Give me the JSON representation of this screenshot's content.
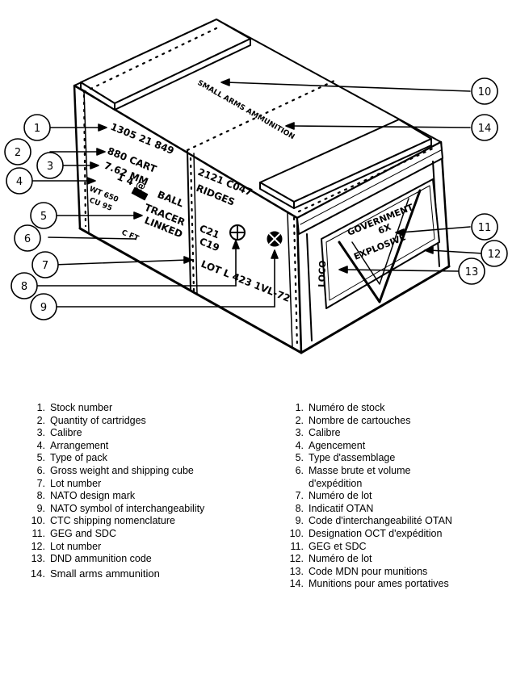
{
  "crate_markings": {
    "stock": "1305 21 849",
    "qty": "880 CART",
    "calibre": "7.62 MM",
    "arrangement": "1 4 @",
    "ball": "BALL",
    "tracer": "TRACER",
    "linked": "LINKED",
    "weight": "WT 650",
    "cube": "CU 95",
    "ft": "C FT",
    "top": "SMALL ARMS AMMUNITION",
    "side1": "2121 C047",
    "side2": "RIDGES",
    "c21": "C21",
    "c19": "C19",
    "lot": "LOT L 423 1VL-72",
    "end1": "GOVERNMENT",
    "end2": "6X",
    "end3": "EXPLOSIVE",
    "end_code": "LOCO"
  },
  "callouts": [
    "1",
    "2",
    "3",
    "4",
    "5",
    "6",
    "7",
    "8",
    "9",
    "10",
    "11",
    "12",
    "13",
    "14"
  ],
  "legend_en": [
    {
      "n": "1.",
      "t": "Stock number"
    },
    {
      "n": "2.",
      "t": "Quantity of cartridges"
    },
    {
      "n": "3.",
      "t": "Calibre"
    },
    {
      "n": "4.",
      "t": "Arrangement"
    },
    {
      "n": "5.",
      "t": "Type of pack"
    },
    {
      "n": "6.",
      "t": "Gross weight and shipping cube"
    },
    {
      "n": "7.",
      "t": "Lot number"
    },
    {
      "n": "8.",
      "t": "NATO design mark"
    },
    {
      "n": "9.",
      "t": "NATO symbol of interchangeability"
    },
    {
      "n": "10.",
      "t": "CTC shipping nomenclature"
    },
    {
      "n": "11.",
      "t": "GEG and SDC"
    },
    {
      "n": "12.",
      "t": "Lot number"
    },
    {
      "n": "13.",
      "t": "DND ammunition code"
    },
    {
      "n": "14.",
      "t": "Small arms ammunition"
    }
  ],
  "legend_fr": [
    {
      "n": "1.",
      "t": "Numéro de stock"
    },
    {
      "n": "2.",
      "t": "Nombre de cartouches"
    },
    {
      "n": "3.",
      "t": "Calibre"
    },
    {
      "n": "4.",
      "t": "Agencement"
    },
    {
      "n": "5.",
      "t": "Type d'assemblage"
    },
    {
      "n": "6.",
      "t": "Masse brute et volume d'expédition"
    },
    {
      "n": "7.",
      "t": "Numéro de lot"
    },
    {
      "n": "8.",
      "t": "Indicatif OTAN"
    },
    {
      "n": "9.",
      "t": "Code d'interchangeabilité OTAN"
    },
    {
      "n": "10.",
      "t": "Designation OCT d'expédition"
    },
    {
      "n": "11.",
      "t": "GEG et SDC"
    },
    {
      "n": "12.",
      "t": "Numéro de lot"
    },
    {
      "n": "13.",
      "t": "Code MDN pour munitions"
    },
    {
      "n": "14.",
      "t": "Munitions pour ames portatives"
    }
  ]
}
